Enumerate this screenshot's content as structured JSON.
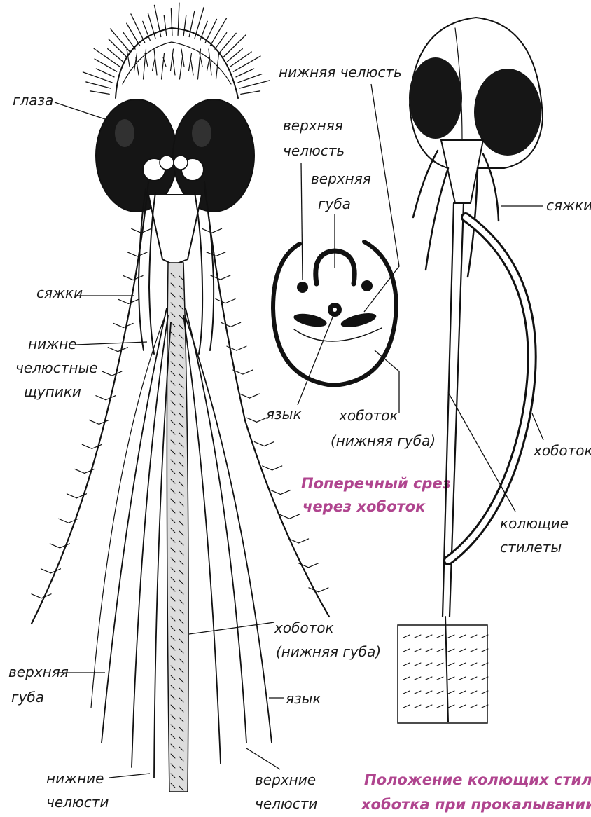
{
  "colors": {
    "ink": "#111111",
    "caption": "#b0458f",
    "background": "#ffffff"
  },
  "labels": {
    "left": {
      "eyes": "глаза",
      "antennae": "сяжки",
      "palps_l1": "нижне-",
      "palps_l2": "челюстные",
      "palps_l3": "щупики",
      "proboscis_l1": "хоботок",
      "proboscis_l2": "(нижняя губа)",
      "labrum_l1": "верхняя",
      "labrum_l2": "губа",
      "tongue": "язык",
      "maxillae_l1": "нижние",
      "maxillae_l2": "челюсти",
      "mandibles_l1": "верхние",
      "mandibles_l2": "челюсти"
    },
    "section": {
      "maxilla": "нижняя челюсть",
      "mandible_l1": "верхняя",
      "mandible_l2": "челюсть",
      "labrum_l1": "верхняя",
      "labrum_l2": "губа",
      "tongue": "язык",
      "proboscis_l1": "хоботок",
      "proboscis_l2": "(нижняя губа)",
      "caption_l1": "Поперечный срез",
      "caption_l2": "через  хоботок"
    },
    "right": {
      "antennae": "сяжки",
      "proboscis": "хоботок",
      "stylets_l1": "колющие",
      "stylets_l2": "стилеты",
      "caption_l1": "Положение колющих стилетов и",
      "caption_l2": "хоботка при прокалывании кожи"
    }
  }
}
